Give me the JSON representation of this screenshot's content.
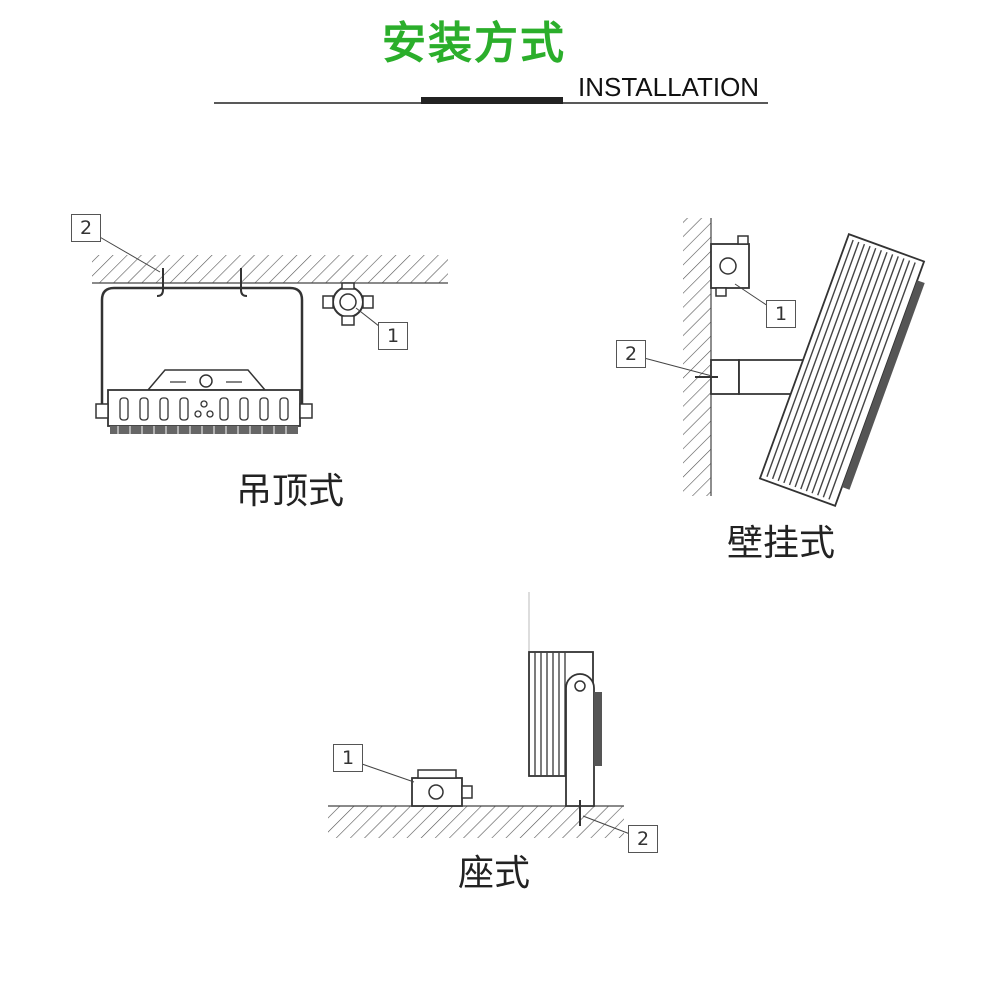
{
  "header": {
    "title_cn": "安装方式",
    "title_en": "INSTALLATION",
    "title_color": "#2bae2b"
  },
  "panels": {
    "ceiling": {
      "caption": "吊顶式",
      "callout_box": "1",
      "callout_hook": "2"
    },
    "wall": {
      "caption": "壁挂式",
      "callout_box": "1",
      "callout_bolt": "2"
    },
    "floor": {
      "caption": "座式",
      "callout_box": "1",
      "callout_bolt": "2"
    }
  }
}
